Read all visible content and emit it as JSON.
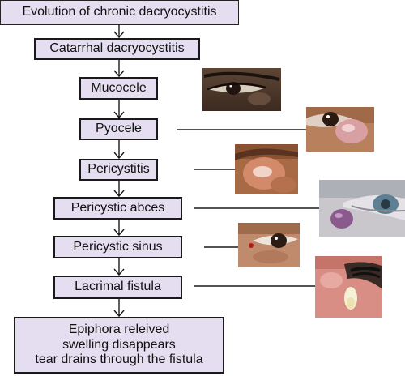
{
  "title": "Evolution of chronic dacryocystitis",
  "stages": [
    "Catarrhal dacryocystitis",
    "Mucocele",
    "Pyocele",
    "Pericystitis",
    "Pericystic abces",
    "Pericystic sinus",
    "Lacrimal fistula"
  ],
  "outcome": [
    "Epiphora releived",
    "swelling disappears",
    "tear drains through the fistula"
  ]
}
